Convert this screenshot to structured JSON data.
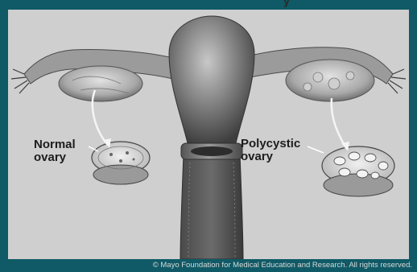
{
  "image": {
    "labels": {
      "normal_line1": "Normal",
      "normal_line2": "ovary",
      "polycystic_line1": "Polycystic",
      "polycystic_line2": "ovary"
    },
    "top_text_fragment": "y",
    "credit": "© Mayo Foundation for Medical Education and Research.  All rights reserved."
  },
  "colors": {
    "frame": "#0f5a66",
    "background": "#cfcfcf",
    "tissue": "#8a8a8a",
    "label_text": "#1d1d1d"
  }
}
